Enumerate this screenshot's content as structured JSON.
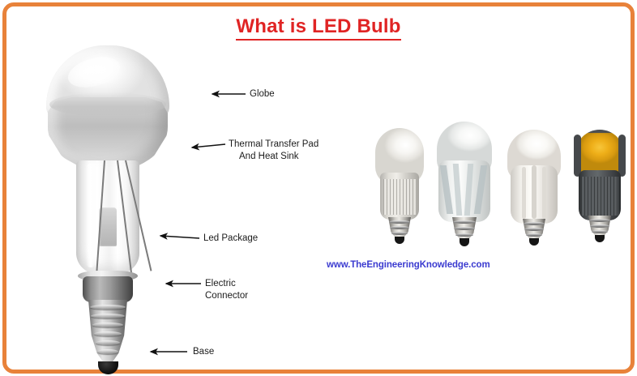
{
  "page": {
    "title": "What is LED Bulb",
    "border_color": "#e8823a",
    "title_color": "#e02424",
    "background": "#ffffff"
  },
  "diagram": {
    "subject": "LED reflector bulb cutaway",
    "callouts": [
      {
        "id": "globe",
        "label": "Globe",
        "label2": ""
      },
      {
        "id": "thermal",
        "label": "Thermal Transfer Pad",
        "label2": "And Heat Sink"
      },
      {
        "id": "led",
        "label": "Led Package",
        "label2": ""
      },
      {
        "id": "electric",
        "label": "Electric",
        "label2": "Connector"
      },
      {
        "id": "base",
        "label": "Base",
        "label2": ""
      }
    ]
  },
  "bulbs_photo": {
    "caption": "",
    "items": [
      {
        "name": "frosted-dome-finned-heatsink-bulb",
        "dome_color": "#f2f0ec",
        "body_color": "#c9c7c2"
      },
      {
        "name": "clear-dome-internal-fins-bulb",
        "dome_color": "#f4f4f2",
        "body_color": "#e3e6e6"
      },
      {
        "name": "ribbed-white-diffuser-bulb",
        "dome_color": "#f6f5f1",
        "body_color": "#eceae5"
      },
      {
        "name": "amber-dome-dark-heatsink-bulb",
        "dome_color": "#eeae18",
        "body_color": "#4c4f52"
      }
    ]
  },
  "watermark": {
    "text": "www.TheEngineeringKnowledge.com",
    "color": "#3b3bd0"
  }
}
